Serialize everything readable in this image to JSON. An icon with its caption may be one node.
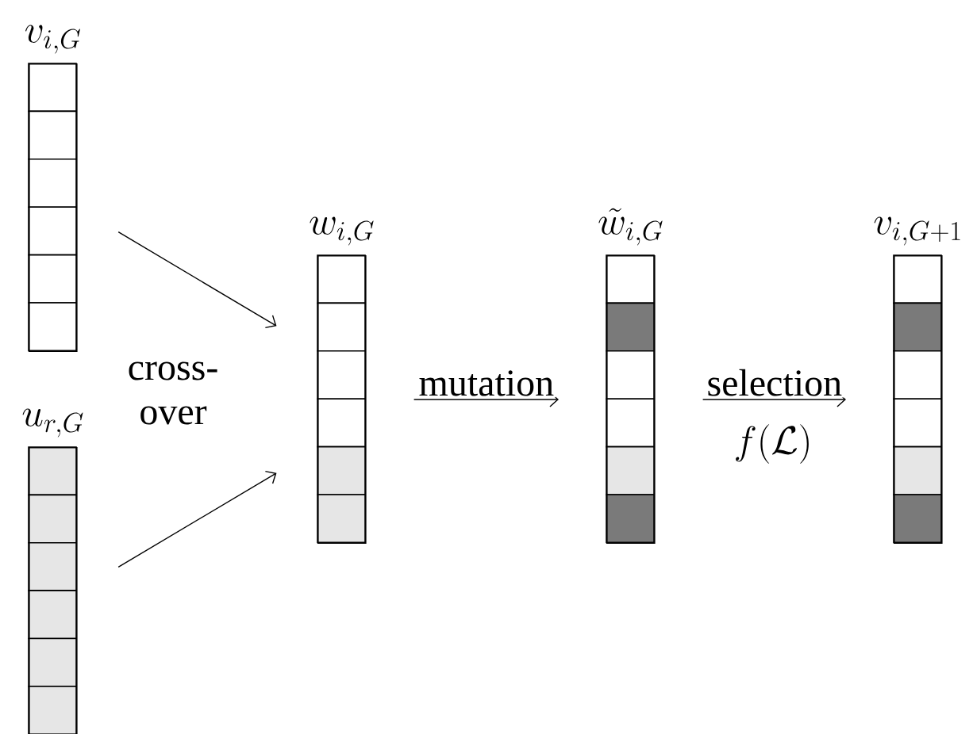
{
  "diagram": {
    "nodes": [
      {
        "text": [
          "v_{i,G}"
        ]
      },
      {
        "text": [
          "u_{r,G}"
        ]
      },
      {
        "text": [
          "w_{i,G}"
        ]
      },
      {
        "text": [
          "\\tilde{w}_{i,G}"
        ]
      },
      {
        "text": [
          "v_{i,G+1}"
        ]
      }
    ],
    "edges": [
      {
        "from": 0,
        "to": 2,
        "arrow": "to"
      },
      {
        "from": 1,
        "to": 2,
        "arrow": "to"
      },
      {
        "from": 2,
        "to": 3,
        "arrow": "to",
        "label": "mutation"
      },
      {
        "from": 3,
        "to": 4,
        "arrow": "to",
        "label": "selection"
      }
    ],
    "labels": [
      "cross-over",
      "f(\\mathcal{L})"
    ]
  }
}
